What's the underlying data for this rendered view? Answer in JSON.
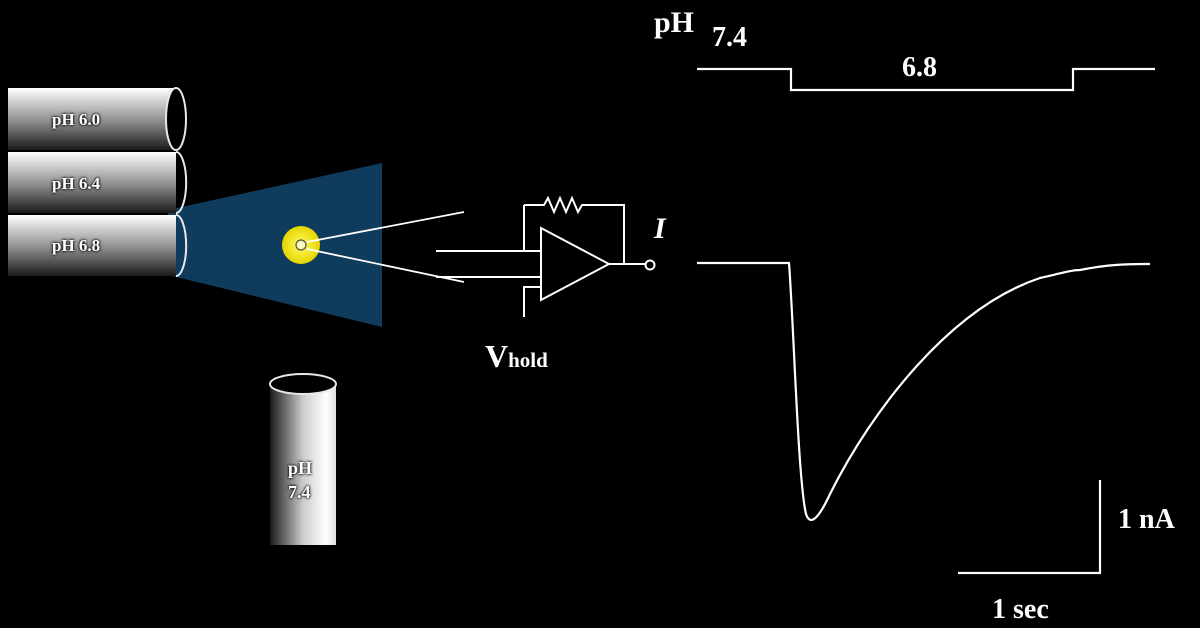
{
  "tubes": {
    "tube_1": "pH 6.0",
    "tube_2": "pH 6.4",
    "tube_3": "pH 6.8",
    "bottom_line1": "pH",
    "bottom_line2": "7.4"
  },
  "circuit": {
    "output_label": "I",
    "hold_label_main": "V",
    "hold_label_sub": "hold"
  },
  "ph_trace": {
    "label": "pH",
    "baseline_value": "7.4",
    "step_value": "6.8"
  },
  "scale_bar": {
    "current": "1 nA",
    "time": "1 sec"
  },
  "colors": {
    "background": "#000000",
    "cone": "#0f3b5c",
    "cell": "#f2e600",
    "trace": "#ffffff"
  }
}
